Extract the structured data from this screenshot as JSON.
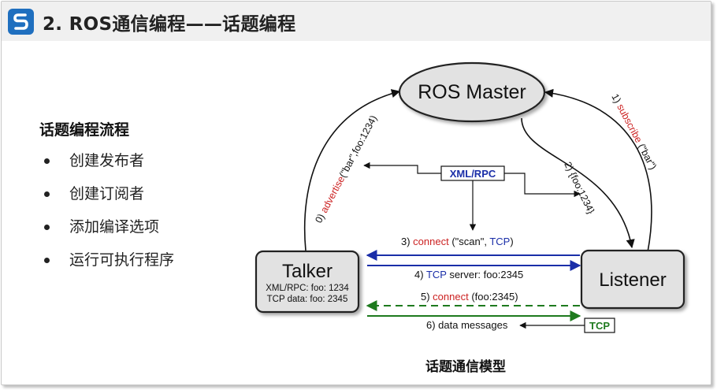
{
  "header": {
    "logo_icon": "s-logo-icon",
    "title": "2. ROS通信编程——话题编程"
  },
  "left": {
    "section_title": "话题编程流程",
    "steps": [
      "创建发布者",
      "创建订阅者",
      "添加编译选项",
      "运行可执行程序"
    ]
  },
  "diagram": {
    "master_label": "ROS Master",
    "talker_label": "Talker",
    "talker_xmlrpc": "XML/RPC: foo: 1234",
    "talker_tcp": "TCP data: foo: 2345",
    "listener_label": "Listener",
    "xmlrpc_box": "XML/RPC",
    "tcp_box": "TCP",
    "advertise": {
      "prefix": "0) ",
      "func": "advertise",
      "args": "(\"bar\",foo:1234)"
    },
    "subscribe": {
      "prefix": "1) ",
      "func": "subscribe",
      "args": " (\"bar\")"
    },
    "reply": "2) {foo:1234}",
    "step3": {
      "prefix": "3) ",
      "func": "connect",
      "mid": " (\"scan\", ",
      "proto": "TCP",
      "end": ")"
    },
    "step4": {
      "prefix": "4) ",
      "proto": "TCP",
      "end": " server: foo:2345"
    },
    "step5": {
      "prefix": "5) ",
      "func": "connect",
      "end": " (foo:2345)"
    },
    "step6": "6) data messages",
    "colors": {
      "func_red": "#cc2222",
      "tcp_blue": "#1a2ea8",
      "green": "#1e7a1e",
      "node_fill": "#e2e2e2"
    }
  },
  "caption": "话题通信模型"
}
